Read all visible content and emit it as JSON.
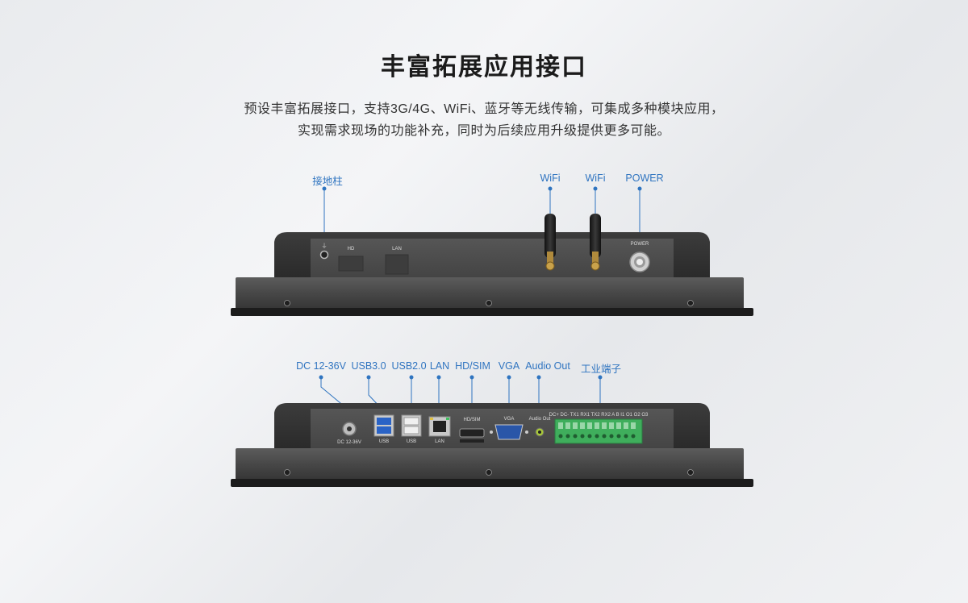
{
  "title": "丰富拓展应用接口",
  "description": {
    "line1": "预设丰富拓展接口，支持3G/4G、WiFi、蓝牙等无线传输，可集成多种模块应用，",
    "line2": "实现需求现场的功能补充，同时为后续应用升级提供更多可能。"
  },
  "top_view": {
    "callouts": {
      "ground": "接地柱",
      "wifi1": "WiFi",
      "wifi2": "WiFi",
      "power": "POWER"
    },
    "port_labels": {
      "hd": "HD",
      "lan": "LAN",
      "power": "POWER"
    }
  },
  "bottom_view": {
    "callouts": {
      "dc": "DC 12-36V",
      "usb3": "USB3.0",
      "usb2": "USB2.0",
      "lan": "LAN",
      "hdsim": "HD/SIM",
      "vga": "VGA",
      "audio": "Audio Out",
      "industrial": "工业端子"
    },
    "port_labels": {
      "dc": "DC 12-36V",
      "usb_a": "USB",
      "usb_b": "USB",
      "lan": "LAN",
      "hdsim": "HD/SIM",
      "vga": "VGA",
      "audio": "Audio Out",
      "terminal": "DC+ DC- TX1 RX1 TX2 RX2 A B I1 O1 O2 O3"
    }
  },
  "colors": {
    "accent": "#2f74c0",
    "panel": "#4a4a4a",
    "terminal": "#3fae5c"
  }
}
